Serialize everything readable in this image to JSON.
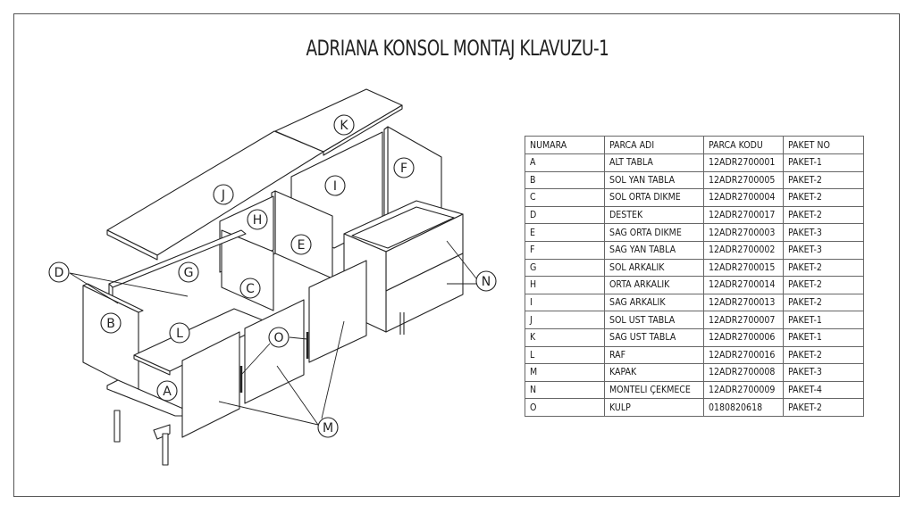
{
  "title": "ADRIANA KONSOL MONTAJ KLAVUZU-1",
  "table": {
    "headers": [
      "NUMARA",
      "PARCA ADI",
      "PARCA KODU",
      "PAKET NO"
    ],
    "rows": [
      [
        "A",
        "ALT TABLA",
        "12ADR2700001",
        "PAKET-1"
      ],
      [
        "B",
        "SOL YAN TABLA",
        "12ADR2700005",
        "PAKET-2"
      ],
      [
        "C",
        "SOL ORTA DIKME",
        "12ADR2700004",
        "PAKET-2"
      ],
      [
        "D",
        "DESTEK",
        "12ADR2700017",
        "PAKET-2"
      ],
      [
        "E",
        "SAG ORTA DIKME",
        "12ADR2700003",
        "PAKET-3"
      ],
      [
        "F",
        "SAG YAN TABLA",
        "12ADR2700002",
        "PAKET-3"
      ],
      [
        "G",
        "SOL ARKALIK",
        "12ADR2700015",
        "PAKET-2"
      ],
      [
        "H",
        "ORTA ARKALIK",
        "12ADR2700014",
        "PAKET-2"
      ],
      [
        "I",
        "SAG ARKALIK",
        "12ADR2700013",
        "PAKET-2"
      ],
      [
        "J",
        "SOL UST TABLA",
        "12ADR2700007",
        "PAKET-1"
      ],
      [
        "K",
        "SAG UST TABLA",
        "12ADR2700006",
        "PAKET-1"
      ],
      [
        "L",
        "RAF",
        "12ADR2700016",
        "PAKET-2"
      ],
      [
        "M",
        "KAPAK",
        "12ADR2700008",
        "PAKET-3"
      ],
      [
        "N",
        "MONTELI ÇEKMECE",
        "12ADR2700009",
        "PAKET-4"
      ],
      [
        "O",
        "KULP",
        "0180820618",
        "PAKET-2"
      ]
    ]
  },
  "callouts": [
    "K",
    "J",
    "I",
    "F",
    "H",
    "E",
    "G",
    "D",
    "C",
    "N",
    "B",
    "L",
    "O",
    "A",
    "M"
  ]
}
